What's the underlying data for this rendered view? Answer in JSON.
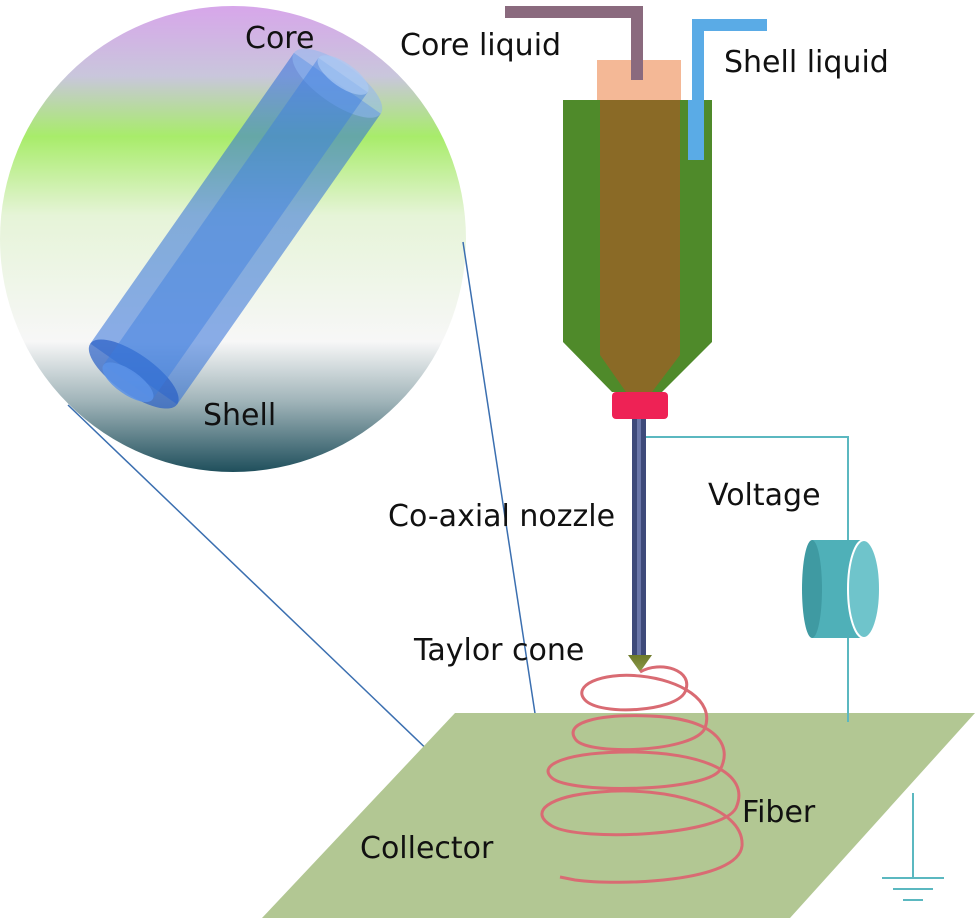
{
  "labels": {
    "core": "Core",
    "shell": "Shell",
    "core_liquid": "Core liquid",
    "shell_liquid": "Shell liquid",
    "co_axial_nozzle": "Co-axial nozzle",
    "voltage": "Voltage",
    "taylor_cone": "Taylor cone",
    "fiber": "Fiber",
    "collector": "Collector"
  },
  "colors": {
    "core_feed_tube": "#8a6a7e",
    "shell_feed_tube": "#5aabe6",
    "cap": "#f4b896",
    "nozzle_body": "#4f8a2a",
    "core_channel": "#8a6a26",
    "nozzle_ring": "#ee2255",
    "needle": "#3e4a7a",
    "taylor_cone": "#7a8a3a",
    "fiber": "#d96b73",
    "collector_plate": "#b2c793",
    "wire": "#5bb8c0",
    "power_supply": "#4fb0b8",
    "zoom_lines": "#3b6fb0",
    "cylinder": "#2f6fd8"
  }
}
